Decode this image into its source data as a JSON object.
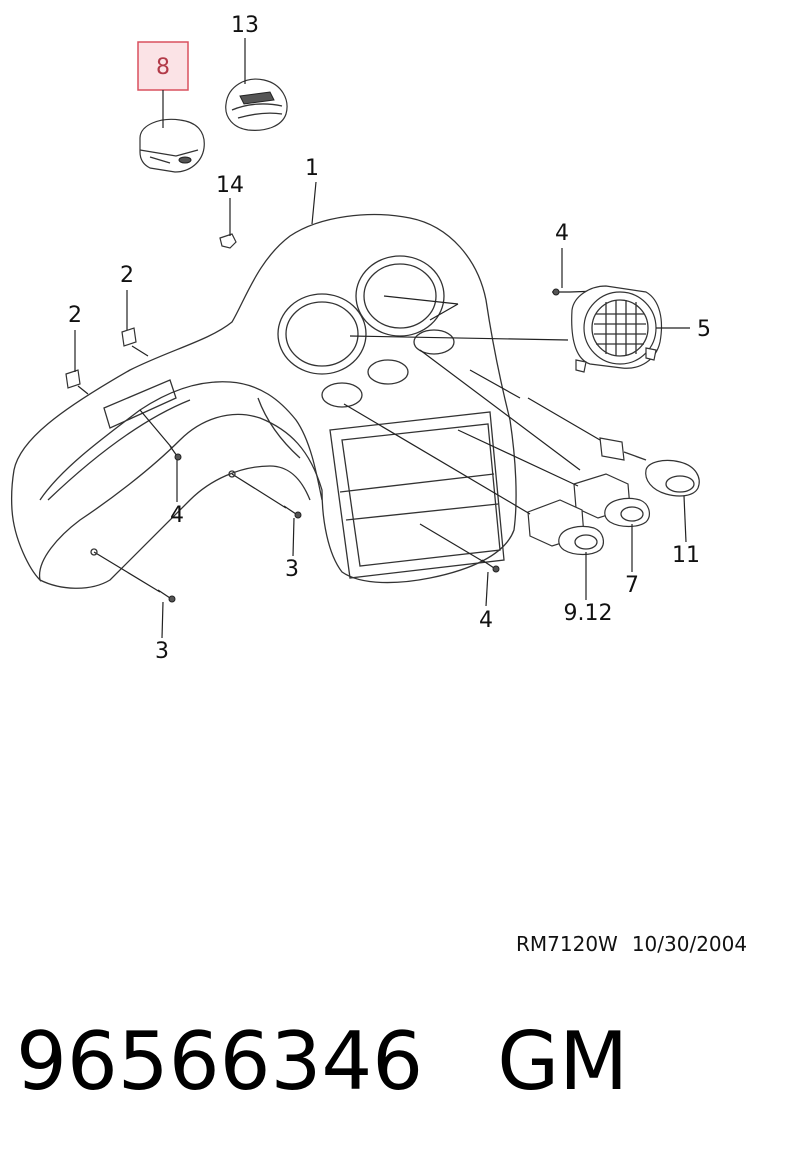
{
  "callouts": {
    "c1": "1",
    "c2a": "2",
    "c2b": "2",
    "c3a": "3",
    "c3b": "3",
    "c4a": "4",
    "c4b": "4",
    "c4c": "4",
    "c5": "5",
    "c7": "7",
    "c8": "8",
    "c912": "9.12",
    "c11": "11",
    "c13": "13",
    "c14": "14"
  },
  "highlighted_callout": "8",
  "colors": {
    "highlight_border": "#d9505f",
    "highlight_fill": "#fbe3e6",
    "line": "#222222"
  },
  "drawing_ref": {
    "code": "RM7120W",
    "date": "10/30/2004"
  },
  "footer": {
    "part_number": "96566346",
    "brand": "GM"
  }
}
